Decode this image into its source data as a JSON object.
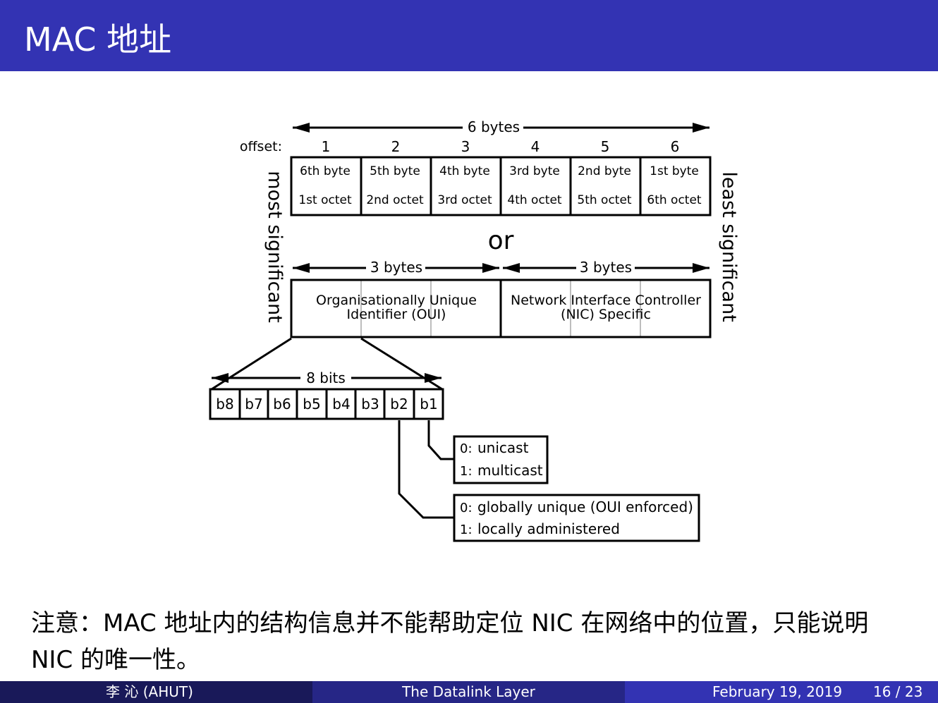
{
  "slide": {
    "title": "MAC 地址",
    "note": "注意：MAC 地址内的结构信息并不能帮助定位 NIC 在网络中的位置，只能说明 NIC 的唯一性。"
  },
  "diagram": {
    "total_label": "6 bytes",
    "offset_label": "offset:",
    "offsets": [
      "1",
      "2",
      "3",
      "4",
      "5",
      "6"
    ],
    "bytes": [
      {
        "byte": "6th byte",
        "octet": "1st octet"
      },
      {
        "byte": "5th byte",
        "octet": "2nd octet"
      },
      {
        "byte": "4th byte",
        "octet": "3rd octet"
      },
      {
        "byte": "3rd byte",
        "octet": "4th octet"
      },
      {
        "byte": "2nd byte",
        "octet": "5th octet"
      },
      {
        "byte": "1st byte",
        "octet": "6th octet"
      }
    ],
    "left_side_label": "most significant",
    "right_side_label": "least significant",
    "or_label": "or",
    "oui_bytes_label": "3 bytes",
    "nic_bytes_label": "3 bytes",
    "oui_line1": "Organisationally Unique",
    "oui_line2": "Identifier (OUI)",
    "nic_line1": "Network Interface Controller",
    "nic_line2": "(NIC) Specific",
    "bits_label": "8 bits",
    "bits": [
      "b8",
      "b7",
      "b6",
      "b5",
      "b4",
      "b3",
      "b2",
      "b1"
    ],
    "cast_box": [
      {
        "key": "0:",
        "text": "unicast"
      },
      {
        "key": "1:",
        "text": "multicast"
      }
    ],
    "admin_box": [
      {
        "key": "0:",
        "text": "globally unique (OUI enforced)"
      },
      {
        "key": "1:",
        "text": "locally administered"
      }
    ]
  },
  "footer": {
    "author": "李 沁  (AHUT)",
    "title": "The Datalink Layer",
    "date": "February 19, 2019",
    "page": "16 / 23"
  },
  "colors": {
    "title_bar": "#3333b3",
    "footer_left": "#191959",
    "footer_mid": "#262686",
    "footer_right": "#3333b3"
  }
}
